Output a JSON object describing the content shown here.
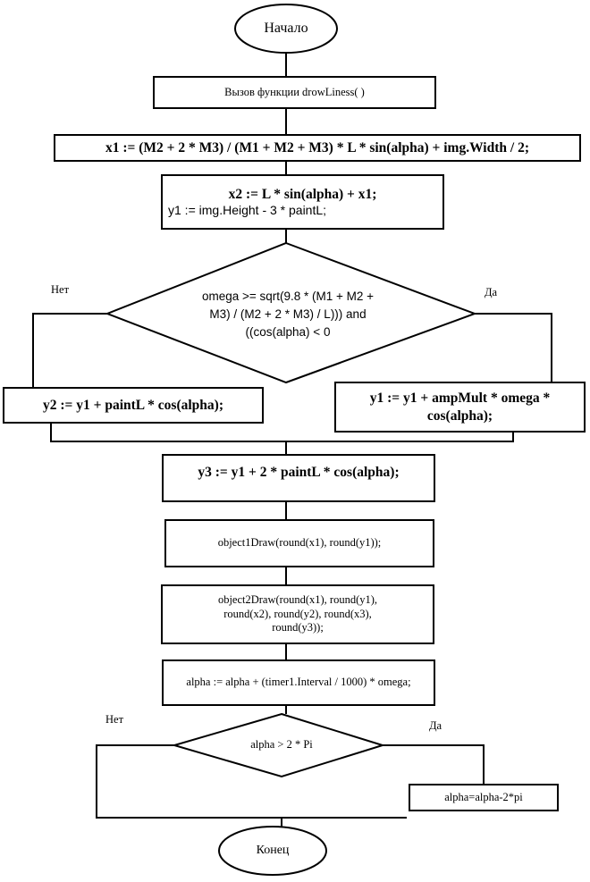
{
  "diagram": {
    "start": "Начало",
    "end": "Конец",
    "call_drawliness": "Вызов функции drowLiness( )",
    "assign_x1": "x1 := (M2 + 2 * M3) / (M1 + M2 + M3) * L * sin(alpha) + img.Width / 2;",
    "assign_x2": "x2 := L * sin(alpha) + x1;",
    "assign_y1": "y1 := img.Height - 3 * paintL;",
    "decision_omega": "omega >= sqrt(9.8 * (M1 + M2 + M3) / (M2 + 2 * M3) / L))) and ((cos(alpha) < 0",
    "decision_omega_no": "Нет",
    "decision_omega_yes": "Да",
    "assign_y2": "y2 := y1 + paintL * cos(alpha);",
    "assign_y1_amp": "y1 := y1 + ampMult * omega * cos(alpha);",
    "assign_y3": "y3 := y1 + 2 * paintL * cos(alpha);",
    "call_object1": "object1Draw(round(x1), round(y1));",
    "call_object2": "object2Draw(round(x1), round(y1), round(x2), round(y2), round(x3), round(y3));",
    "assign_alpha": "alpha := alpha + (timer1.Interval / 1000) * omega;",
    "decision_alpha": "alpha > 2 * Pi",
    "decision_alpha_no": "Нет",
    "decision_alpha_yes": "Да",
    "assign_alpha_wrap": "alpha=alpha-2*pi"
  }
}
